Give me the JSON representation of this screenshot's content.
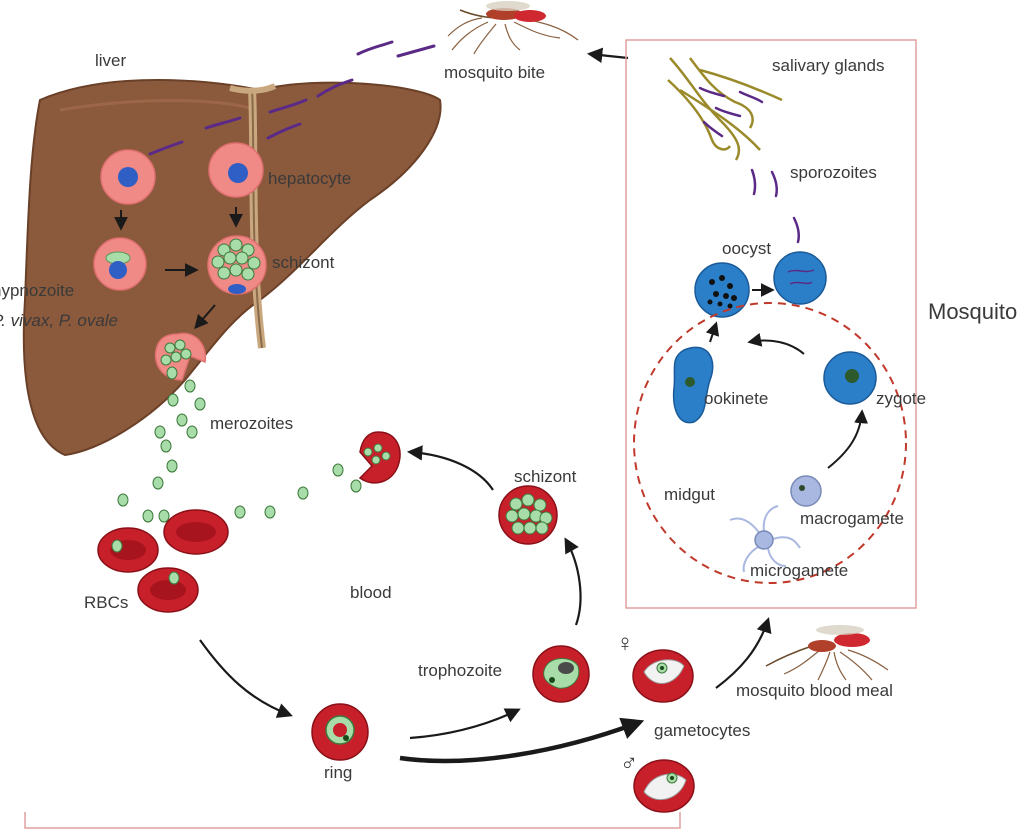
{
  "labels": {
    "liver": "liver",
    "mosquito_bite": "mosquito bite",
    "salivary_glands": "salivary glands",
    "hepatocyte": "hepatocyte",
    "sporozoites": "sporozoites",
    "schizont_liver": "schizont",
    "oocyst": "oocyst",
    "hypnozoite": "hypnozoite",
    "species": "P. vivax, P. ovale",
    "mosquito": "Mosquito",
    "merozoites": "merozoites",
    "ookinete": "ookinete",
    "zygote": "zygote",
    "schizont_blood": "schizont",
    "midgut": "midgut",
    "macrogamete": "macrogamete",
    "microgamete": "microgamete",
    "rbcs": "RBCs",
    "blood": "blood",
    "female_symbol": "♀",
    "trophozoite": "trophozoite",
    "mosquito_blood_meal": "mosquito blood meal",
    "gametocytes": "gametocytes",
    "male_symbol": "♂",
    "ring": "ring"
  },
  "colors": {
    "liver": "#8b5a3c",
    "hepatocyte": "#f08a86",
    "nucleus": "#2f5ec4",
    "parasite_green": "#a8dca8",
    "rbc": "#c8202a",
    "mosquito_cell": "#2b7fc8",
    "sporozoite": "#5b2a86",
    "panel_border": "#e0a0a0",
    "midgut_dash": "#c0392b"
  }
}
